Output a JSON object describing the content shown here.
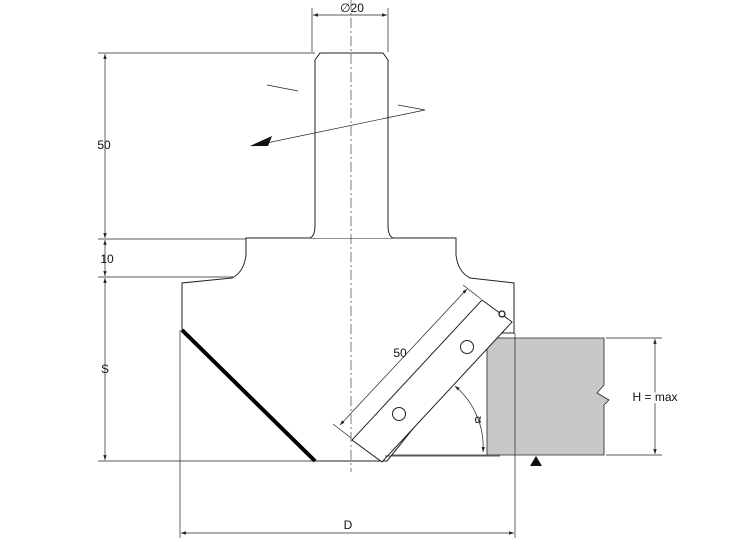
{
  "labels": {
    "shank_diameter": "∅20",
    "shank_length": "50",
    "collar_height": "10",
    "cutting_height": "S",
    "knife_length": "50",
    "angle": "α",
    "max_height": "H = max",
    "diameter": "D"
  },
  "colors": {
    "stroke": "#222222",
    "workpiece_fill": "#c8c8c8",
    "edge": "#000000",
    "background": "#ffffff"
  }
}
